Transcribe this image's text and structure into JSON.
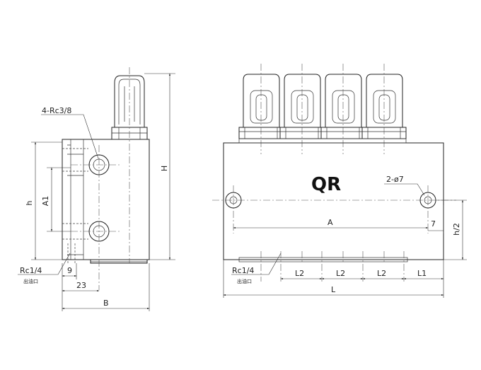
{
  "labels": {
    "port_spec": "4-Rc3/8",
    "height_total": "H",
    "height_h": "h",
    "dim_a1": "A1",
    "outlet_spec_side": "Rc1/4",
    "outlet_note_side": "出油口",
    "dim_9": "9",
    "dim_23": "23",
    "dim_b": "B",
    "brand": "QR",
    "mount_holes": "2-ø7",
    "dim_a": "A",
    "dim_7": "7",
    "dim_h_half": "h/2",
    "outlet_spec_front": "Rc1/4",
    "outlet_note_front": "出油口",
    "dim_l2_1": "L2",
    "dim_l2_2": "L2",
    "dim_l2_3": "L2",
    "dim_l1": "L1",
    "dim_l": "L"
  }
}
